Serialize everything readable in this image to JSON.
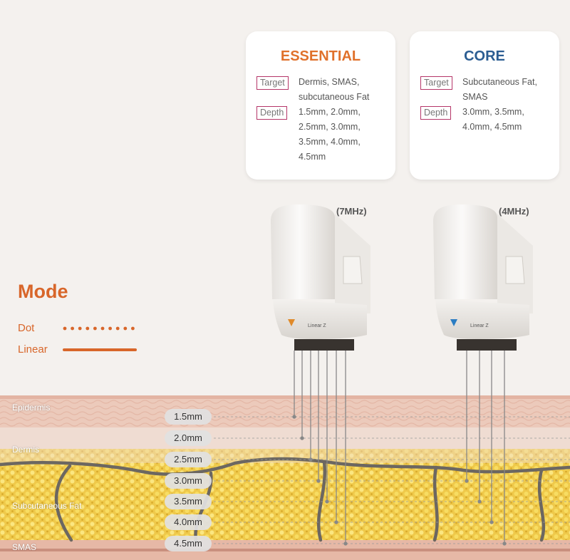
{
  "cards": [
    {
      "title": "ESSENTIAL",
      "target_label": "Target",
      "target_lines": [
        "Dermis, SMAS,",
        "subcutaneous Fat"
      ],
      "depth_label": "Depth",
      "depth_lines": [
        "1.5mm, 2.0mm,",
        "2.5mm, 3.0mm,",
        "3.5mm, 4.0mm,",
        "4.5mm"
      ],
      "title_color": "#e0712b"
    },
    {
      "title": "CORE",
      "target_label": "Target",
      "target_lines": [
        "Subcutaneous Fat,",
        "SMAS"
      ],
      "depth_label": "Depth",
      "depth_lines": [
        "3.0mm, 3.5mm,",
        "4.0mm, 4.5mm"
      ],
      "title_color": "#2b5d92"
    }
  ],
  "cartridges": [
    {
      "frequency": "(7MHz)",
      "brand": "Linear Z",
      "accent_color": "#e08a2a",
      "icon": "orange-triangle-icon"
    },
    {
      "frequency": "(4MHz)",
      "brand": "Linear Z",
      "accent_color": "#2b7dc3",
      "icon": "blue-triangle-icon"
    }
  ],
  "mode": {
    "title": "Mode",
    "dot_label": "Dot",
    "linear_label": "Linear",
    "accent_color": "#d8662a"
  },
  "layers": {
    "epidermis": "Epidermis",
    "dermis": "Dermis",
    "fat": "Subcutaneous Fat",
    "smas": "SMAS"
  },
  "depths": [
    "1.5mm",
    "2.0mm",
    "2.5mm",
    "3.0mm",
    "3.5mm",
    "4.0mm",
    "4.5mm"
  ],
  "colors": {
    "epidermis": "#eecbbd",
    "dermis": "#f0ded4",
    "fat": "#f0ce4f",
    "smas": "#e7b9a8",
    "membrane": "#6c6761"
  }
}
